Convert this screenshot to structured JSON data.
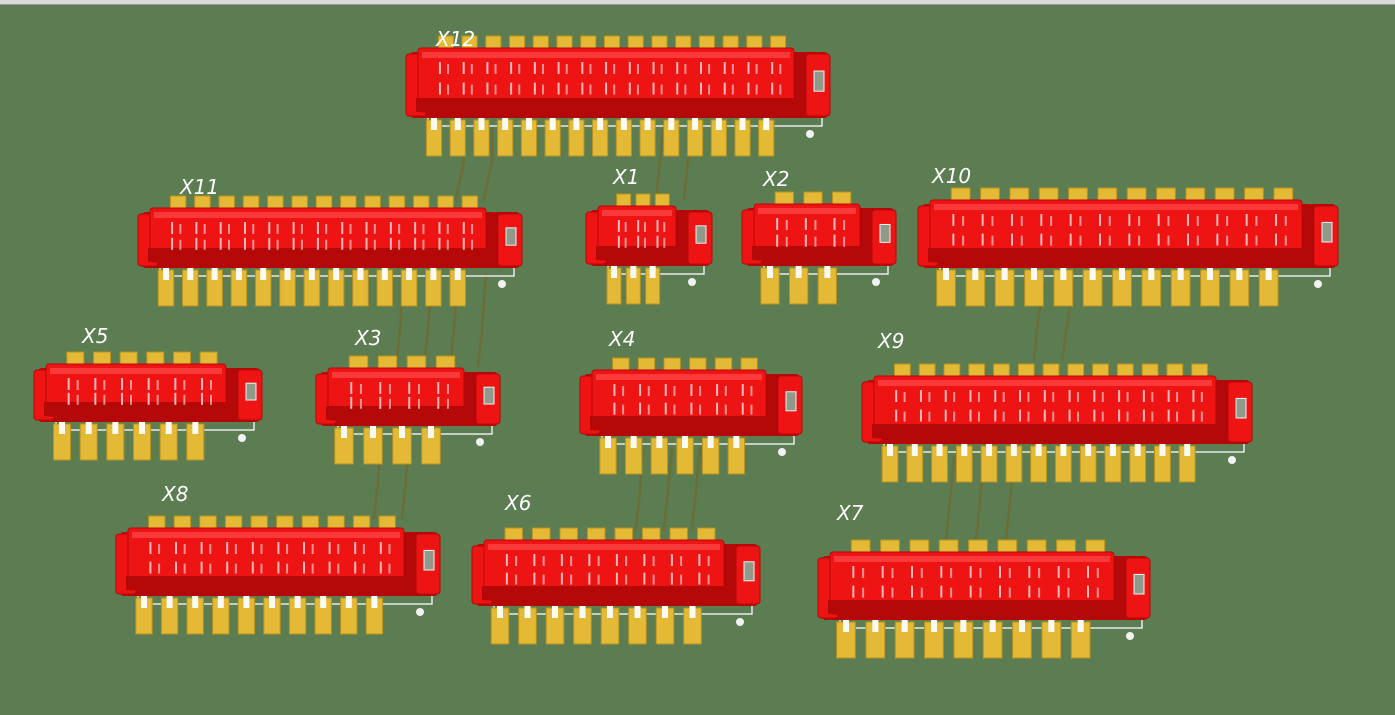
{
  "view": {
    "type": "pcb-3d-view",
    "board_color": "#5c7c52",
    "trace_color": "#6b6e36",
    "pad_color": "#e3b935",
    "body_color": "#ee1414",
    "silk_color": "#f2f2f2"
  },
  "components": [
    {
      "ref": "X12",
      "pins": 15
    },
    {
      "ref": "X11",
      "pins": 13
    },
    {
      "ref": "X1",
      "pins": 3
    },
    {
      "ref": "X2",
      "pins": 3
    },
    {
      "ref": "X10",
      "pins": 12
    },
    {
      "ref": "X5",
      "pins": 6
    },
    {
      "ref": "X3",
      "pins": 4
    },
    {
      "ref": "X4",
      "pins": 6
    },
    {
      "ref": "X9",
      "pins": 13
    },
    {
      "ref": "X8",
      "pins": 10
    },
    {
      "ref": "X6",
      "pins": 8
    },
    {
      "ref": "X7",
      "pins": 9
    }
  ]
}
